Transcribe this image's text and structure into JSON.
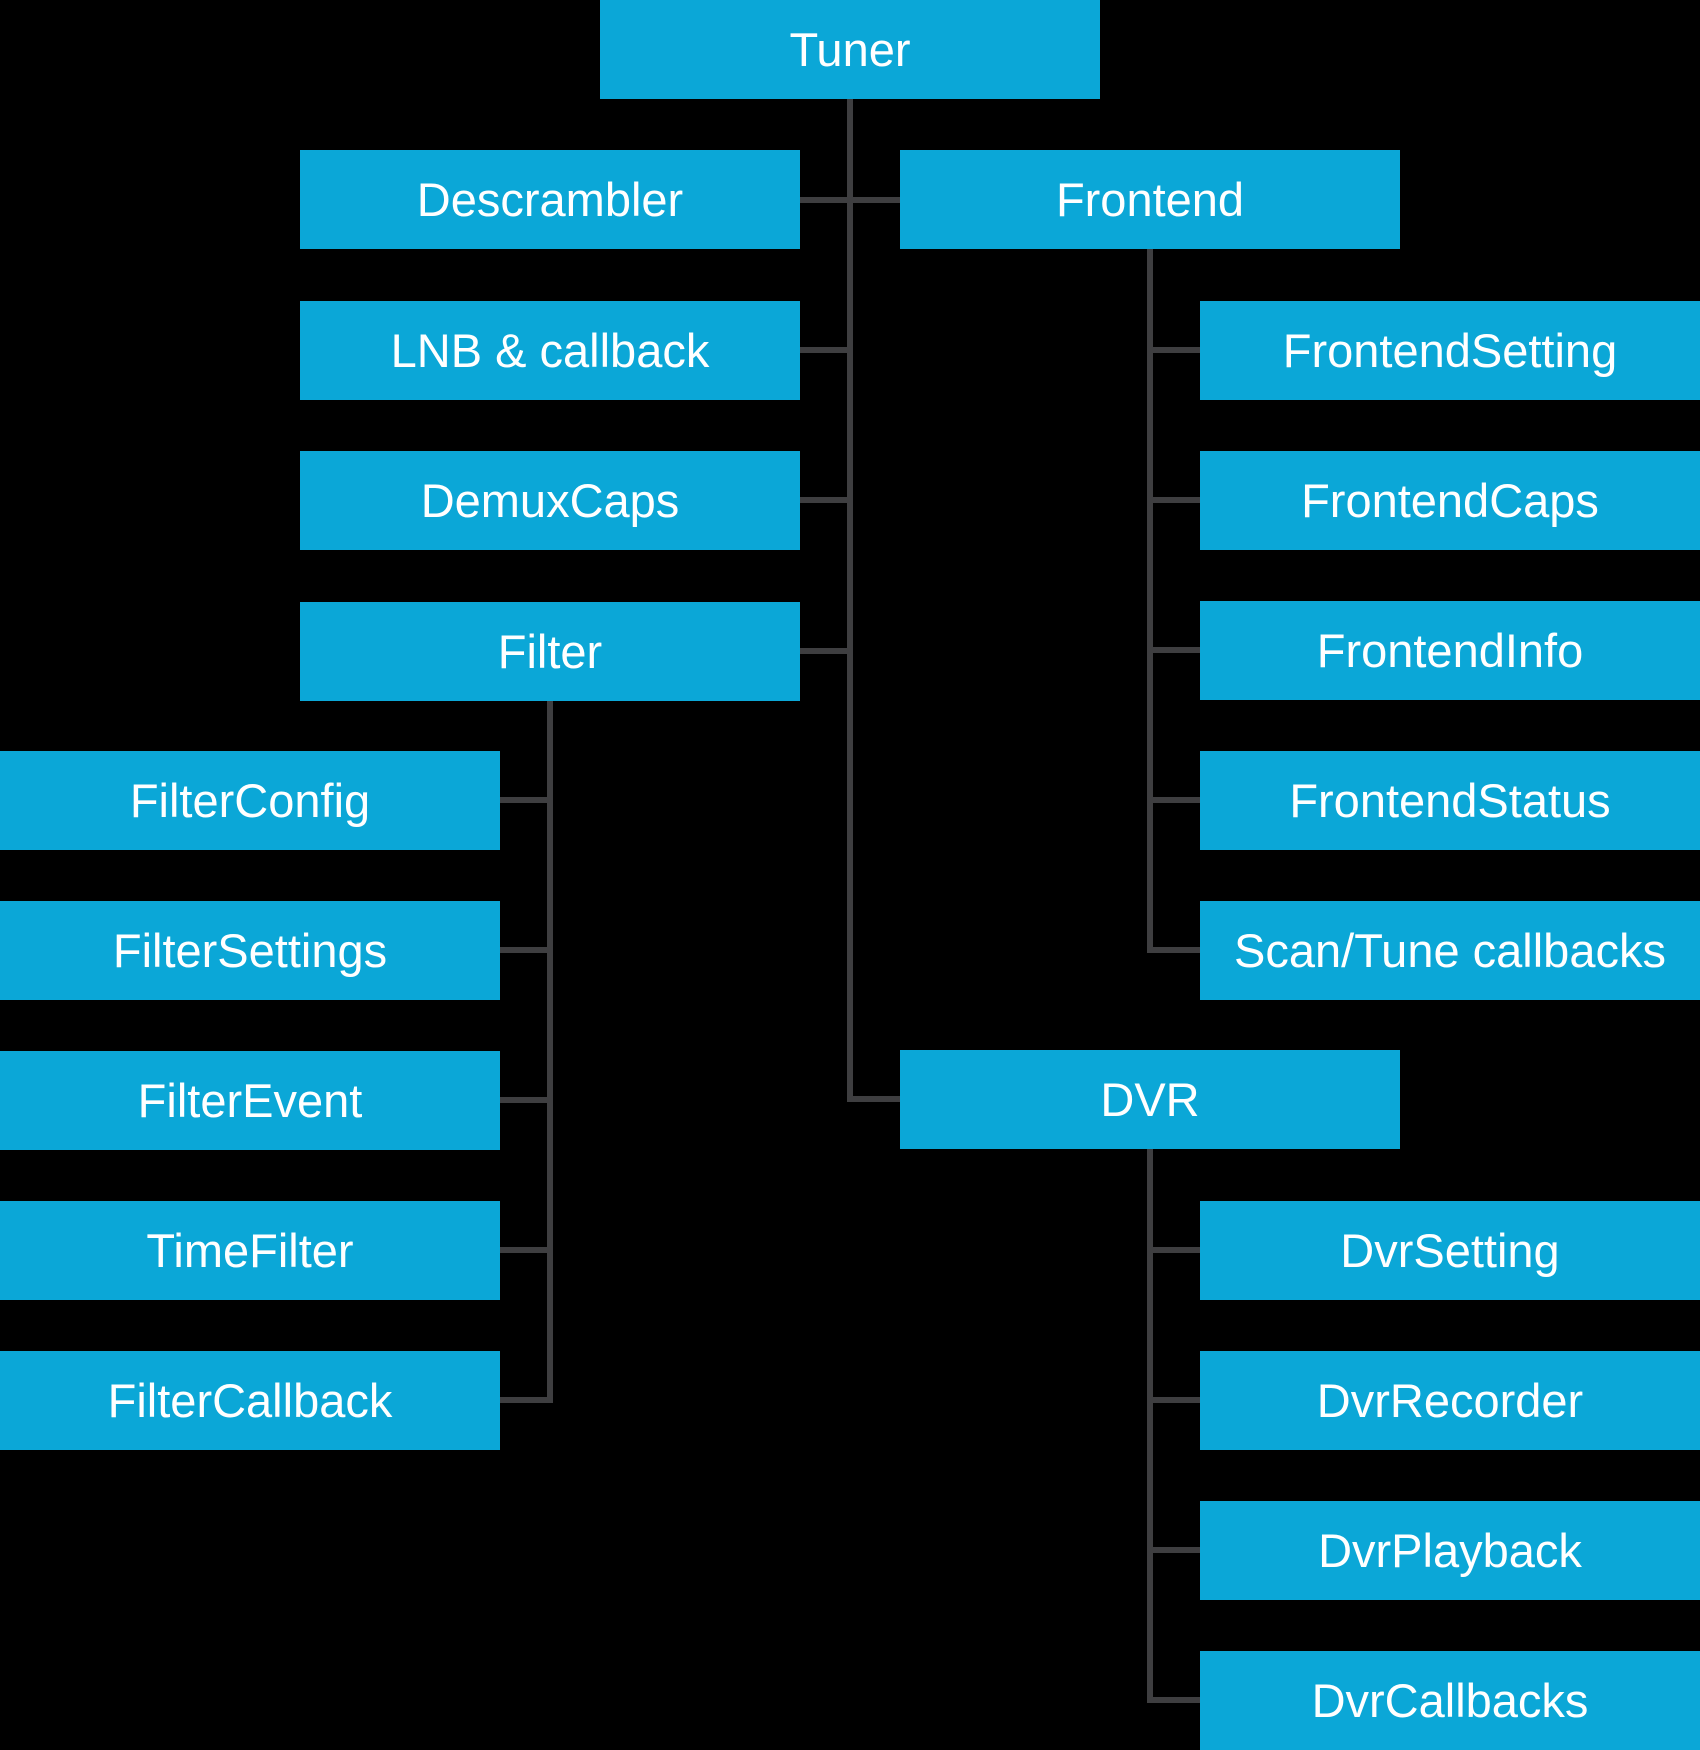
{
  "diagram": {
    "description": "Tuner HAL interface hierarchy tree diagram",
    "colors": {
      "background": "#000000",
      "node_fill": "#0ba7d7",
      "node_text": "#ffffff",
      "connector": "#3e3e40"
    },
    "nodes": {
      "tuner": {
        "label": "Tuner"
      },
      "descrambler": {
        "label": "Descrambler"
      },
      "lnb_callback": {
        "label": "LNB & callback"
      },
      "demux_caps": {
        "label": "DemuxCaps"
      },
      "filter": {
        "label": "Filter"
      },
      "frontend": {
        "label": "Frontend"
      },
      "frontend_setting": {
        "label": "FrontendSetting"
      },
      "frontend_caps": {
        "label": "FrontendCaps"
      },
      "frontend_info": {
        "label": "FrontendInfo"
      },
      "frontend_status": {
        "label": "FrontendStatus"
      },
      "scan_tune_callbacks": {
        "label": "Scan/Tune callbacks"
      },
      "filter_config": {
        "label": "FilterConfig"
      },
      "filter_settings": {
        "label": "FilterSettings"
      },
      "filter_event": {
        "label": "FilterEvent"
      },
      "time_filter": {
        "label": "TimeFilter"
      },
      "filter_callback": {
        "label": "FilterCallback"
      },
      "dvr": {
        "label": "DVR"
      },
      "dvr_setting": {
        "label": "DvrSetting"
      },
      "dvr_recorder": {
        "label": "DvrRecorder"
      },
      "dvr_playback": {
        "label": "DvrPlayback"
      },
      "dvr_callbacks": {
        "label": "DvrCallbacks"
      }
    },
    "edges": [
      {
        "from": "Tuner",
        "to": "Descrambler"
      },
      {
        "from": "Tuner",
        "to": "LNB & callback"
      },
      {
        "from": "Tuner",
        "to": "DemuxCaps"
      },
      {
        "from": "Tuner",
        "to": "Filter"
      },
      {
        "from": "Tuner",
        "to": "Frontend"
      },
      {
        "from": "Tuner",
        "to": "DVR"
      },
      {
        "from": "Filter",
        "to": "FilterConfig"
      },
      {
        "from": "Filter",
        "to": "FilterSettings"
      },
      {
        "from": "Filter",
        "to": "FilterEvent"
      },
      {
        "from": "Filter",
        "to": "TimeFilter"
      },
      {
        "from": "Filter",
        "to": "FilterCallback"
      },
      {
        "from": "Frontend",
        "to": "FrontendSetting"
      },
      {
        "from": "Frontend",
        "to": "FrontendCaps"
      },
      {
        "from": "Frontend",
        "to": "FrontendInfo"
      },
      {
        "from": "Frontend",
        "to": "FrontendStatus"
      },
      {
        "from": "Frontend",
        "to": "Scan/Tune callbacks"
      },
      {
        "from": "DVR",
        "to": "DvrSetting"
      },
      {
        "from": "DVR",
        "to": "DvrRecorder"
      },
      {
        "from": "DVR",
        "to": "DvrPlayback"
      },
      {
        "from": "DVR",
        "to": "DvrCallbacks"
      }
    ]
  }
}
